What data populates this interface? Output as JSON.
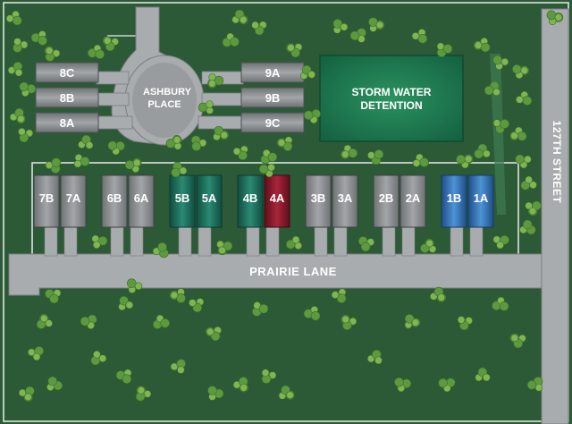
{
  "map": {
    "streets": {
      "ashbury_line1": "ASHBURY",
      "ashbury_line2": "PLACE",
      "prairie": "PRAIRIE LANE",
      "street_127": "127TH STREET"
    },
    "storm_water": {
      "line1": "STORM WATER",
      "line2": "DETENTION"
    },
    "units": {
      "u8c": "8C",
      "u8b": "8B",
      "u8a": "8A",
      "u9a": "9A",
      "u9b": "9B",
      "u9c": "9C",
      "u7b": "7B",
      "u7a": "7A",
      "u6b": "6B",
      "u6a": "6A",
      "u5b": "5B",
      "u5a": "5A",
      "u4b": "4B",
      "u4a": "4A",
      "u3b": "3B",
      "u3a": "3A",
      "u2b": "2B",
      "u2a": "2A",
      "u1b": "1B",
      "u1a": "1A"
    },
    "colors": {
      "grass": "#2c5a37",
      "road": "#a9acae",
      "building_gray": "#8c8e90",
      "building_teal": "#1b6f5d",
      "building_red": "#8d1b2b",
      "building_blue": "#3a78b8",
      "detention": "#1e7a52"
    }
  }
}
